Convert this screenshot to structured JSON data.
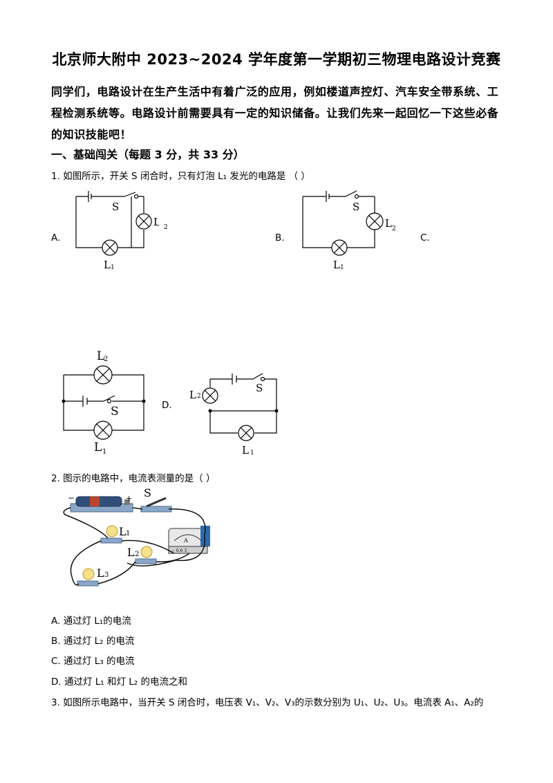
{
  "title": "北京师大附中 2023~2024 学年度第一学期初三物理电路设计竞赛",
  "intro": "同学们，电路设计在生产生活中有着广泛的应用，例如楼道声控灯、汽车安全带系统、工程检测系统等。电路设计前需要具有一定的知识储备。让我们先来一起回忆一下这些必备的知识技能吧！",
  "section1": "一、基础闯关（每题 3 分，共 33 分）",
  "q1": {
    "stem": "1. 如图所示，开关 S  闭合时，只有灯泡  L₁ 发光的电路是  （        ）",
    "options": [
      "A.",
      "B.",
      "C.",
      "D."
    ],
    "labels": {
      "s": "S",
      "l1": "L",
      "l2": "L",
      "sub1": "1",
      "sub2": "2"
    }
  },
  "q2": {
    "stem": "2. 图示的电路中，电流表测量的是（        ）",
    "figure_labels": {
      "s": "S",
      "l1": "L",
      "l2": "L",
      "l3": "L",
      "sub1": "1",
      "sub2": "2",
      "sub3": "3",
      "minus": "−",
      "plus": "+",
      "ammeter": "A",
      "scale": "− 0.6  3"
    },
    "options": [
      "A.  通过灯  L₁的电流",
      "B.  通过灯  L₂  的电流",
      "C.  通过灯  L₃  的电流",
      "D.  通过灯  L₁  和灯  L₂  的电流之和"
    ]
  },
  "q3": {
    "stem": "3. 如图所示电路中，当开关  S  闭合时，电压表 V₁、V₂、V₃的示数分别为 U₁、U₂、U₃。电流表 A₁、A₂的"
  }
}
